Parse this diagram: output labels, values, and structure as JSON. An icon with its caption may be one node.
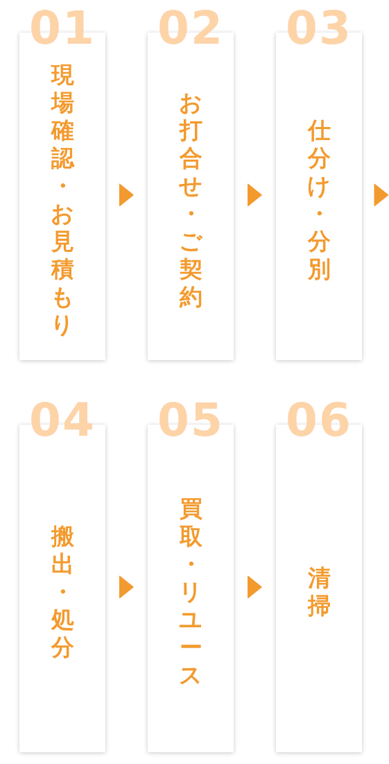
{
  "diagram": {
    "nodes": [
      {
        "text": [
          "01",
          "現場確認・お見積もり"
        ]
      },
      {
        "text": [
          "02",
          "お打合せ・ご契約"
        ]
      },
      {
        "text": [
          "03",
          "仕分け・分別"
        ]
      },
      {
        "text": [
          "04",
          "搬出・処分"
        ]
      },
      {
        "text": [
          "05",
          "買取・リユース"
        ]
      },
      {
        "text": [
          "06",
          "清掃"
        ]
      }
    ],
    "edges": [
      {
        "from": 0,
        "to": 1,
        "arrow": "to"
      },
      {
        "from": 1,
        "to": 2,
        "arrow": "to"
      },
      {
        "from": 2,
        "to": null,
        "arrow": "to"
      },
      {
        "from": 3,
        "to": 4,
        "arrow": "to"
      },
      {
        "from": 4,
        "to": 5,
        "arrow": "to"
      }
    ]
  }
}
